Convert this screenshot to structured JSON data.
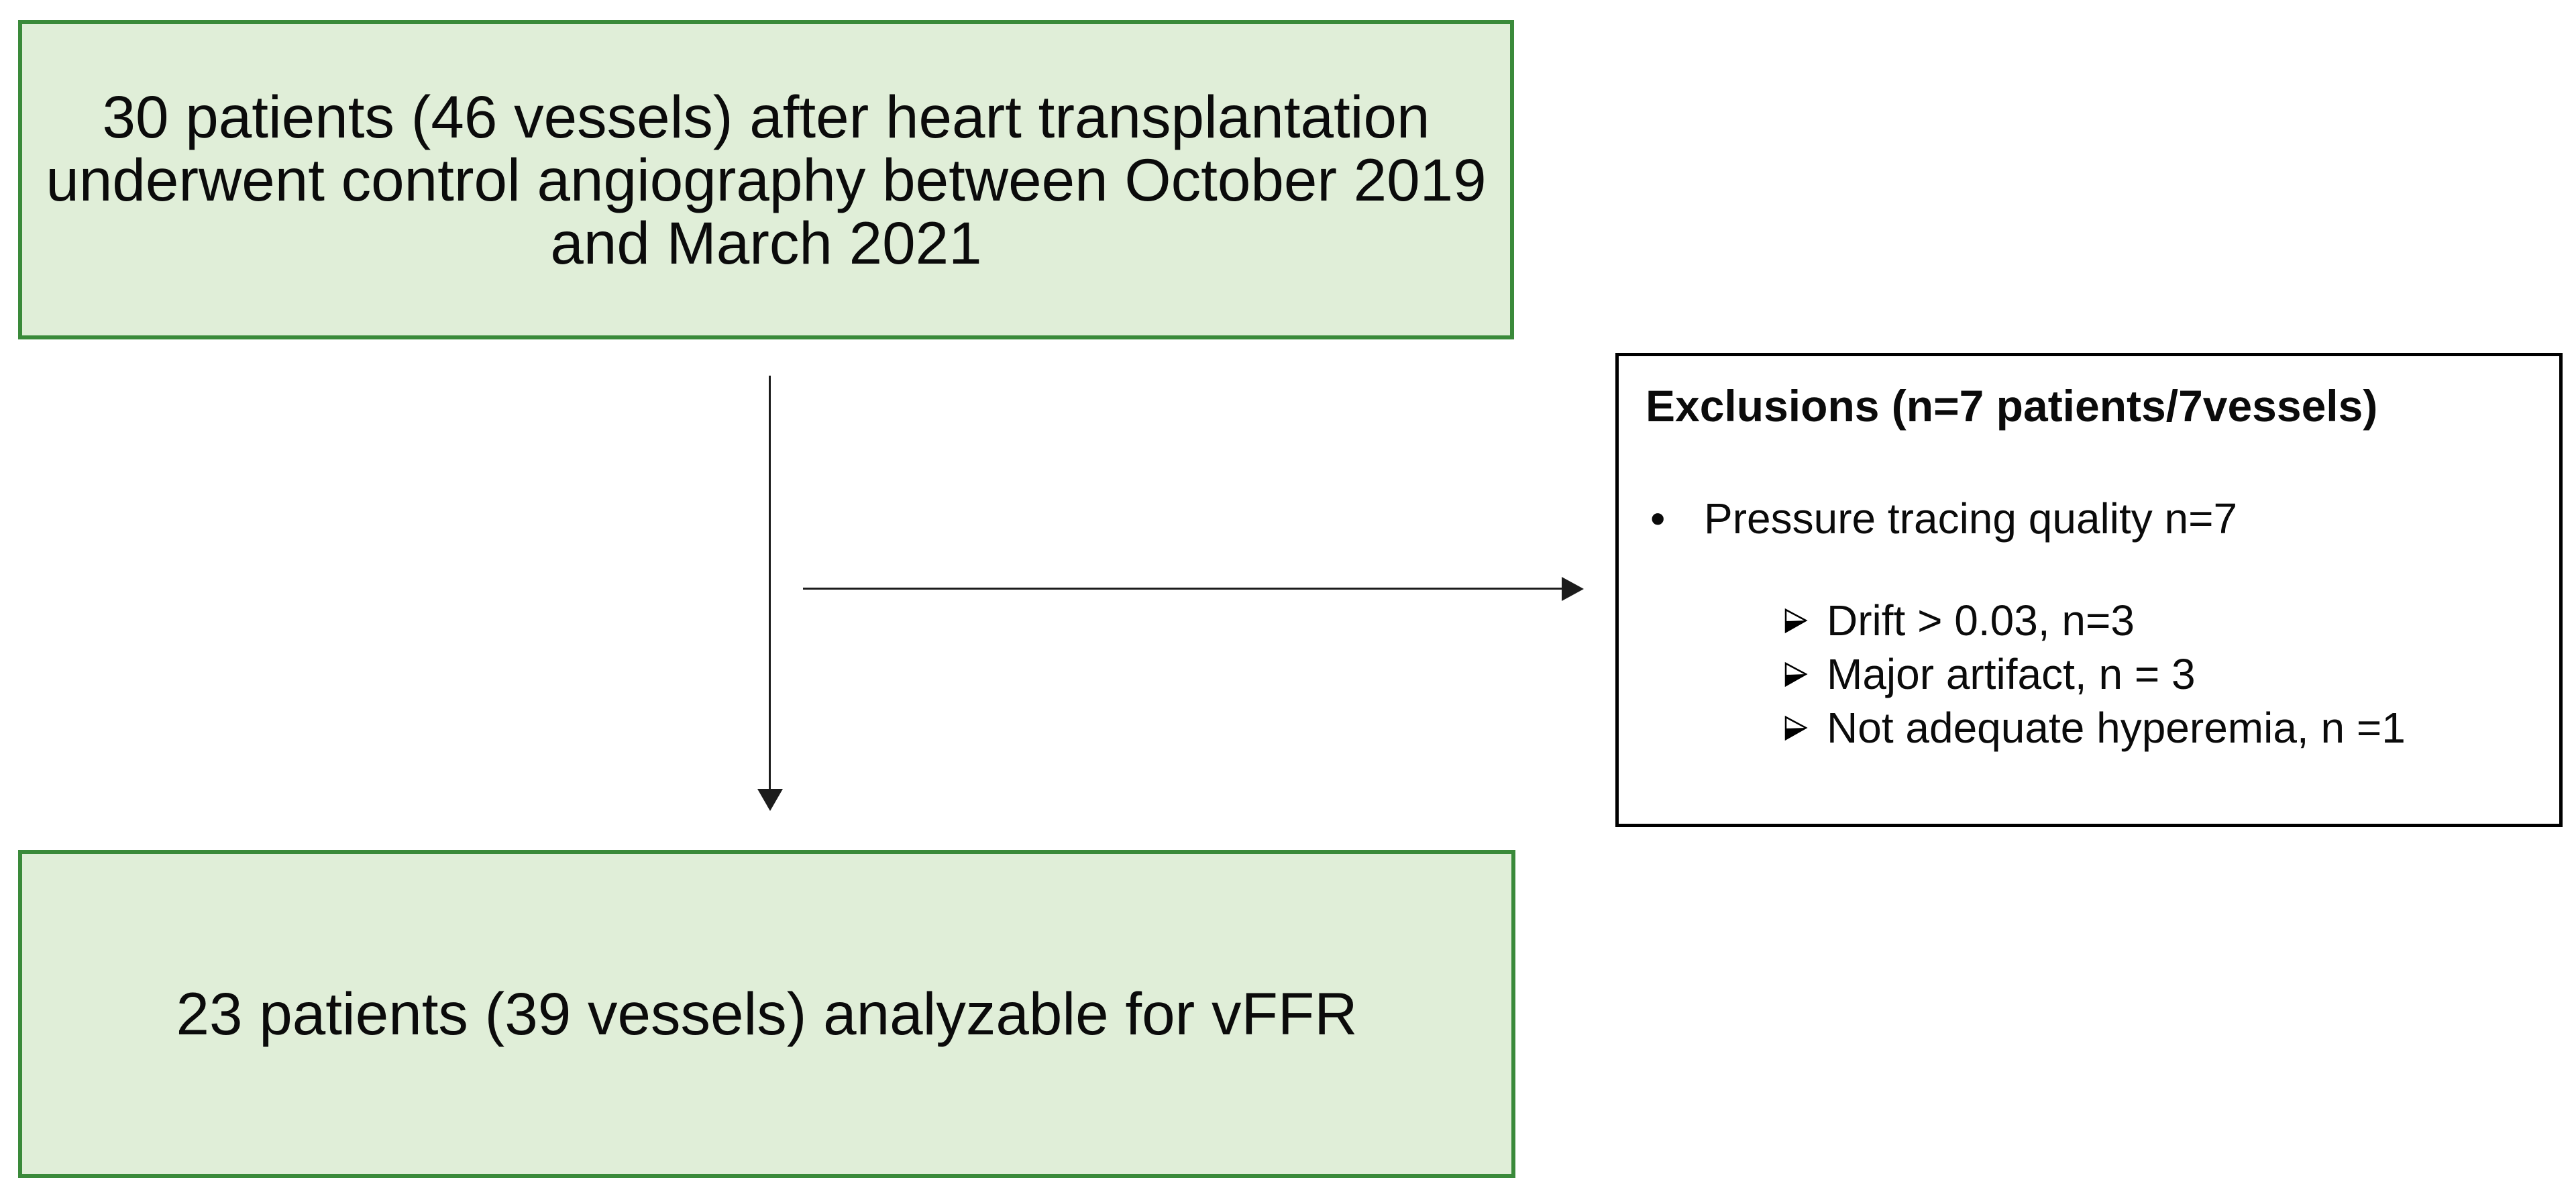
{
  "figure": {
    "boxes": {
      "top": "30 patients (46 vessels) after heart transplantation underwent control angiography between October 2019 and March 2021",
      "bottom": "23 patients (39 vessels) analyzable for vFFR"
    },
    "exclusions": {
      "title": "Exclusions (n=7 patients/7vessels)",
      "bullet_char": "•",
      "items": [
        "Pressure tracing quality n=7"
      ],
      "sub_items": [
        "Drift > 0.03, n=3",
        "Major artifact, n = 3",
        "Not adequate hyperemia, n =1"
      ]
    },
    "icons": {
      "sub_bullet": "three-d-arrowhead",
      "bullet": "dot",
      "down_connector": "down-arrow",
      "right_connector": "right-arrow"
    },
    "colors": {
      "box_fill": "#e0eed8",
      "box_border": "#3a8a3a",
      "exclusions_border": "#000000",
      "arrow": "#1c1c1c",
      "text": "#0b0b0b"
    }
  }
}
